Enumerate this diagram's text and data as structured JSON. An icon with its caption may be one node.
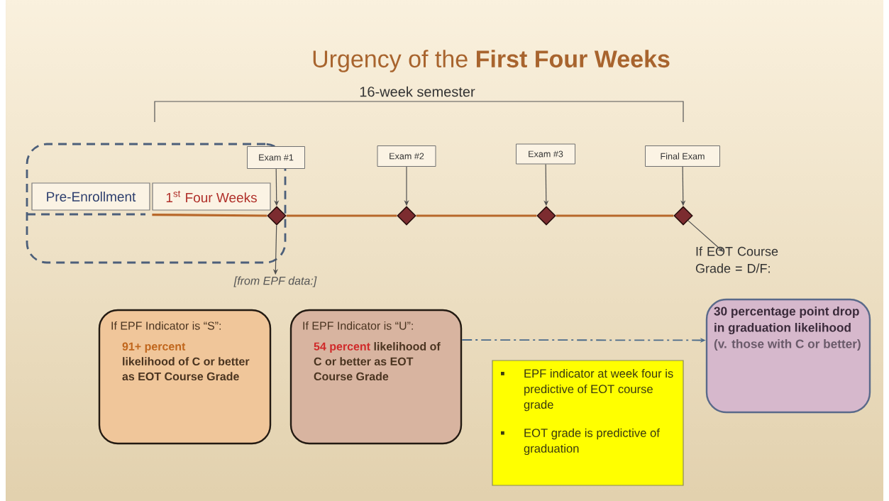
{
  "diagram": {
    "title": "Urgency of the **First Four Weeks**",
    "nodes": [
      {
        "text": [],
        "shape": "box"
      },
      {
        "text": [
          "Pre-Enrollment"
        ],
        "in": 0
      },
      {
        "text": [
          "1$^{st}$ Four Weeks"
        ],
        "in": 0
      },
      {
        "text": [
          "Exam #1"
        ]
      },
      {
        "text": [
          "Exam #2"
        ]
      },
      {
        "text": [
          "Exam #3"
        ]
      },
      {
        "text": [
          "Final Exam"
        ]
      },
      {
        "text": [],
        "shape": "diamond",
        "in": 0
      },
      {
        "text": [],
        "shape": "diamond"
      },
      {
        "text": [],
        "shape": "diamond"
      },
      {
        "text": [],
        "shape": "diamond"
      },
      {
        "text": [
          "[from EPF data:]"
        ]
      },
      {
        "text": [
          "If EOT Course Grade = D/F:"
        ]
      },
      {
        "text": [
          "If EPF Indicator is “S”:",
          "91+ percent",
          "likelihood of C or better as EOT Course Grade"
        ]
      },
      {
        "text": [
          "If EPF Indicator is “U”:",
          "54 percent",
          "likelihood of C or better as EOT Course Grade"
        ]
      },
      {
        "text": [
          "EPF indicator at week four is predictive of EOT course grade",
          "EOT grade is predictive of graduation"
        ]
      },
      {
        "text": [
          "30 percentage point drop in graduation likelihood",
          "(v. those with C or better)"
        ]
      }
    ],
    "edges": [
      {
        "from": 3,
        "to": 7,
        "arrow": "to"
      },
      {
        "from": 4,
        "to": 8,
        "arrow": "to"
      },
      {
        "from": 5,
        "to": 9,
        "arrow": "to"
      },
      {
        "from": 6,
        "to": 10,
        "arrow": "to"
      },
      {
        "from": 2,
        "to": 7,
        "arrow": "none",
        "style": "thick",
        "color": "#b8682a"
      },
      {
        "from": 7,
        "to": 8,
        "arrow": "none",
        "style": "thick",
        "color": "#b8682a"
      },
      {
        "from": 8,
        "to": 9,
        "arrow": "none",
        "style": "thick",
        "color": "#b8682a"
      },
      {
        "from": 9,
        "to": 10,
        "arrow": "none",
        "style": "thick",
        "color": "#b8682a"
      },
      {
        "from": 7,
        "to": 11,
        "arrow": "to"
      },
      {
        "from": 10,
        "to": 12,
        "arrow": "to"
      },
      {
        "from": 14,
        "to": 16,
        "arrow": "to",
        "style": "dashed",
        "color": "#4a6a8a"
      }
    ],
    "labels": [
      "16-week semester"
    ]
  }
}
